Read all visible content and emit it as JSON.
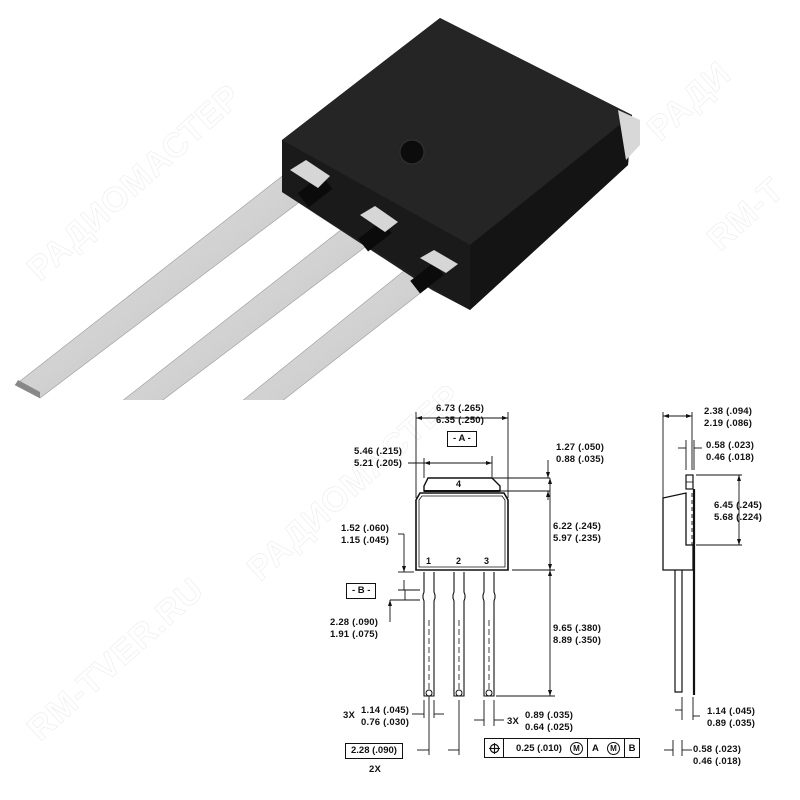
{
  "watermark": {
    "texts": [
      "РАДИОМАСТЕР",
      "RM-TVER.RU",
      "РАДИОМАСТЕР",
      "RM-TVER.RU",
      "RM-T",
      "РАДИ"
    ]
  },
  "photo": {
    "description": "TO-251 / I-PAK three-lead package photo",
    "body_color": "#1e1e1e",
    "lead_color": "#d4d4d4"
  },
  "front_view": {
    "datum_a": "- A -",
    "datum_b": "- B -",
    "tab_pin": "4",
    "pins": [
      "1",
      "2",
      "3"
    ],
    "dims": {
      "body_width": {
        "max": "6.73 (.265)",
        "min": "6.35 (.250)"
      },
      "tab_width": {
        "max": "5.46 (.215)",
        "min": "5.21 (.205)"
      },
      "tab_height": {
        "max": "1.27 (.050)",
        "min": "0.88 (.035)"
      },
      "body_height": {
        "max": "6.22 (.245)",
        "min": "5.97 (.235)"
      },
      "standoff": {
        "max": "1.52 (.060)",
        "min": "1.15 (.045)"
      },
      "lead_shoulder": {
        "max": "2.28 (.090)",
        "min": "1.91 (.075)"
      },
      "lead_length": {
        "max": "9.65 (.380)",
        "min": "8.89 (.350)"
      },
      "lead_width_wide": {
        "prefix": "3X",
        "max": "1.14 (.045)",
        "min": "0.76 (.030)"
      },
      "lead_width_narrow": {
        "prefix": "3X",
        "max": "0.89 (.035)",
        "min": "0.64 (.025)"
      },
      "pitch": {
        "value": "2.28  (.090)",
        "count": "2X"
      }
    },
    "fcf": {
      "symbol": "position-icon",
      "tolerance": "0.25  (.010)",
      "modifier1": "M",
      "datum1": "A",
      "modifier2": "M",
      "datum2": "B"
    }
  },
  "side_view": {
    "dims": {
      "thickness": {
        "max": "2.38 (.094)",
        "min": "2.19 (.086)"
      },
      "tab_thickness": {
        "max": "0.58 (.023)",
        "min": "0.46 (.018)"
      },
      "body_side_height": {
        "max": "6.45 (.245)",
        "min": "5.68 (.224)"
      },
      "lead_offset": {
        "max": "1.14 (.045)",
        "min": "0.89 (.035)"
      },
      "lead_thickness": {
        "max": "0.58 (.023)",
        "min": "0.46 (.018)"
      }
    }
  }
}
